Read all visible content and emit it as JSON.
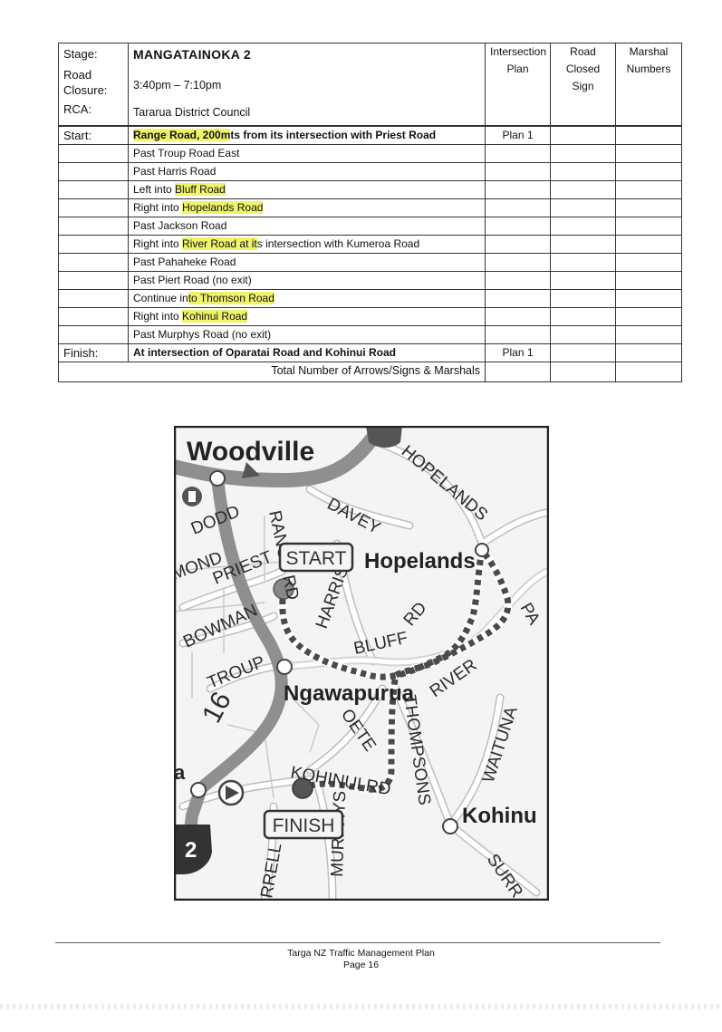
{
  "header": {
    "stage_label": "Stage:",
    "stage_value": "MANGATAINOKA 2",
    "road_closure_label_1": "Road",
    "road_closure_label_2": "Closure:",
    "road_closure_value": "3:40pm – 7:10pm",
    "rca_label": "RCA:",
    "rca_value": "Tararua District Council",
    "col_intersection": [
      "Intersection",
      "Plan"
    ],
    "col_road_closed": [
      "Road",
      "Closed",
      "Sign"
    ],
    "col_marshal": [
      "Marshal",
      "Numbers"
    ]
  },
  "start": {
    "label": "Start:",
    "text_hl": "Range Road, 200m",
    "text_rest": "ts from its intersection with Priest Road",
    "plan": "Plan 1"
  },
  "route": [
    {
      "pre": "Past Troup Road East",
      "hl": "",
      "post": ""
    },
    {
      "pre": "Past Harris Road",
      "hl": "",
      "post": ""
    },
    {
      "pre": "Left into ",
      "hl": "Bluff Road",
      "post": ""
    },
    {
      "pre": "Right into ",
      "hl": "Hopelands Road",
      "post": ""
    },
    {
      "pre": "Past Jackson Road",
      "hl": "",
      "post": ""
    },
    {
      "pre": "Right into ",
      "hl": "River Road at it",
      "post": "s intersection with Kumeroa Road"
    },
    {
      "pre": "Past Pahaheke Road",
      "hl": "",
      "post": ""
    },
    {
      "pre": "Past Piert Road (no exit)",
      "hl": "",
      "post": ""
    },
    {
      "pre": "Continue in",
      "hl": "to Thomson Road",
      "post": ""
    },
    {
      "pre": "Right into ",
      "hl": "Kohinui Road",
      "post": ""
    },
    {
      "pre": "Past Murphys Road (no exit)",
      "hl": "",
      "post": ""
    }
  ],
  "finish": {
    "label": "Finish:",
    "text": "At intersection of Oparatai Road and Kohinui Road",
    "plan": "Plan 1"
  },
  "total_label": "Total Number of Arrows/Signs & Marshals",
  "map": {
    "towns": {
      "woodville": "Woodville",
      "hopelands": "Hopelands",
      "ngawapurua": "Ngawapurua",
      "kohinui": "Kohinu",
      "partial_a": "a"
    },
    "roads": {
      "hopelands": "HOPELANDS",
      "davey": "DAVEY",
      "dodd": "DODD",
      "range": "RANGE RD",
      "mond": "MOND",
      "priest": "PRIEST",
      "harris": "HARRIS",
      "bowman": "BOWMAN",
      "bluff": "BLUFF",
      "rd": "RD",
      "troup": "TROUP",
      "river": "RIVER",
      "oete": "OETE",
      "thompsons": "THOMPSONS",
      "waituna": "WAITUNA",
      "kohinui": "KOHINUI RD",
      "murphys": "MURPHYS",
      "rrell": "RRELL",
      "surr": "SURR",
      "pa": "PA"
    },
    "shields": {
      "sh16": "16",
      "sh2": "2"
    },
    "boxes": {
      "start": "START",
      "finish": "FINISH"
    },
    "colors": {
      "route_dash": "#4a4a4a",
      "highway": "#8f8f8f",
      "road": "#d0d0d0"
    }
  },
  "footer": {
    "title": "Targa NZ Traffic Management Plan",
    "page": "Page 16"
  }
}
